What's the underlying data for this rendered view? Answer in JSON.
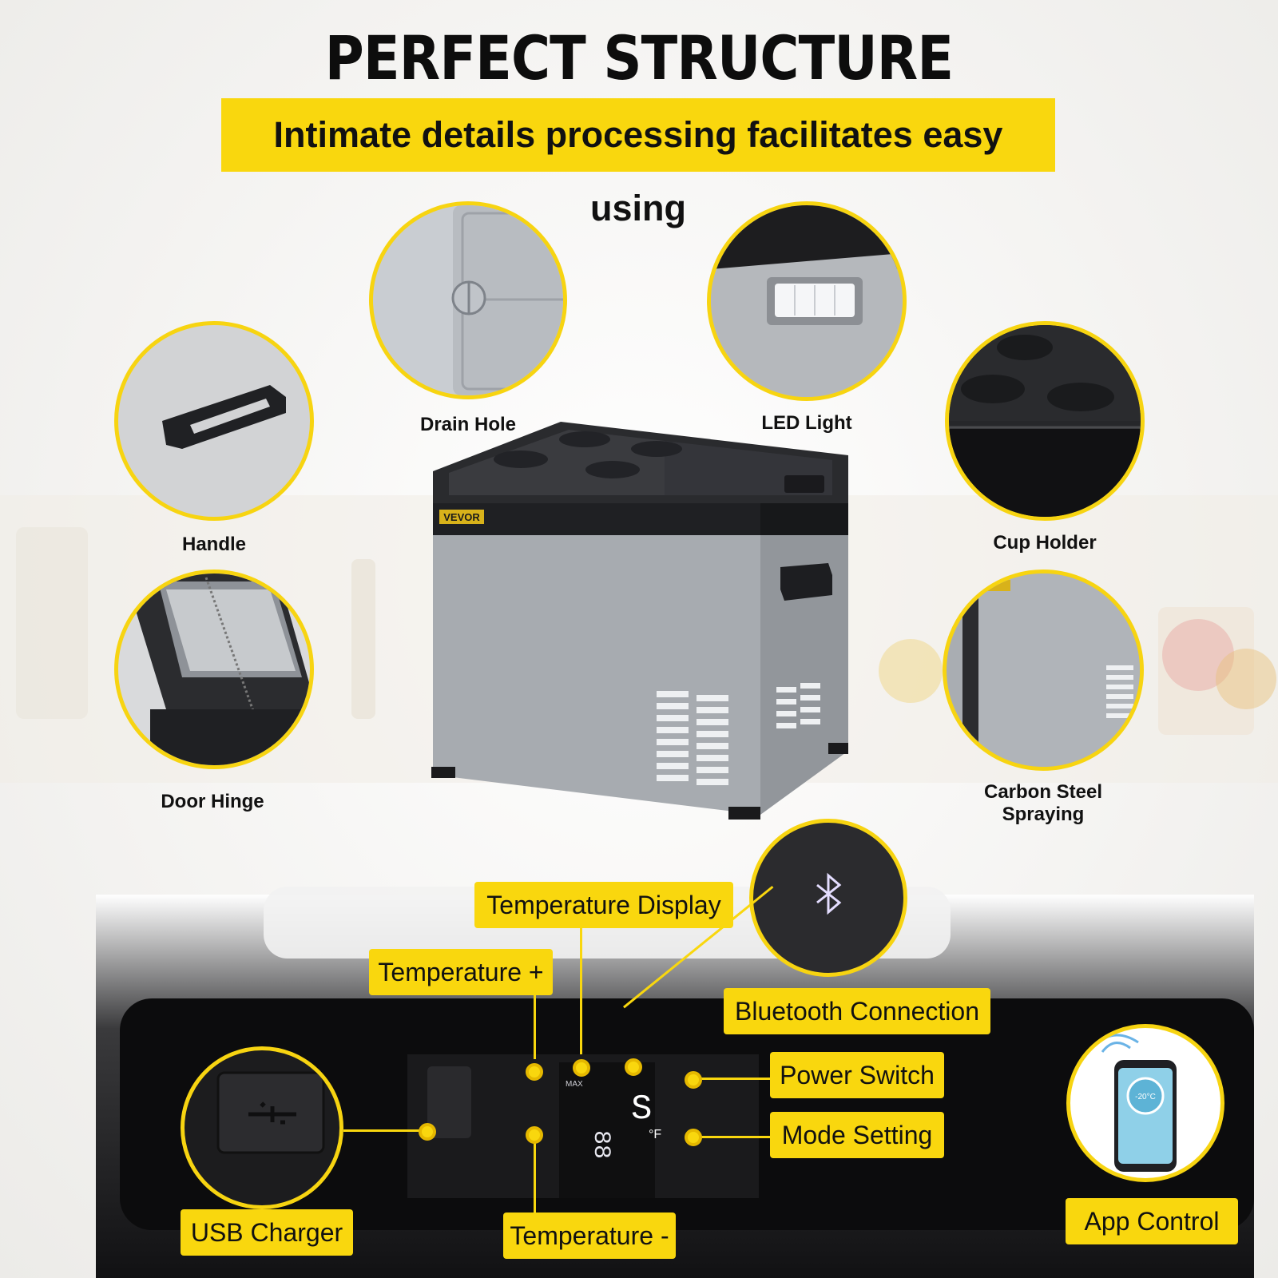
{
  "header": {
    "title": "PERFECT STRUCTURE",
    "subtitle": "Intimate details processing facilitates easy using"
  },
  "product": {
    "brand": "VEVOR"
  },
  "features": {
    "handle": "Handle",
    "drain_hole": "Drain Hole",
    "led_light": "LED Light",
    "cup_holder": "Cup Holder",
    "door_hinge": "Door Hinge",
    "carbon_steel": "Carbon Steel Spraying"
  },
  "panel": {
    "temperature_display": "Temperature Display",
    "temperature_plus": "Temperature +",
    "bluetooth": "Bluetooth Connection",
    "power_switch": "Power Switch",
    "mode_setting": "Mode Setting",
    "usb_charger": "USB Charger",
    "temperature_minus": "Temperature -",
    "app_control": "App Control",
    "display_unit": "°F",
    "display_max": "MAX",
    "app_temp": "-20°C"
  },
  "colors": {
    "accent": "#f9d70e",
    "dark": "#1a1a1a",
    "steel": "#a9adb2"
  }
}
